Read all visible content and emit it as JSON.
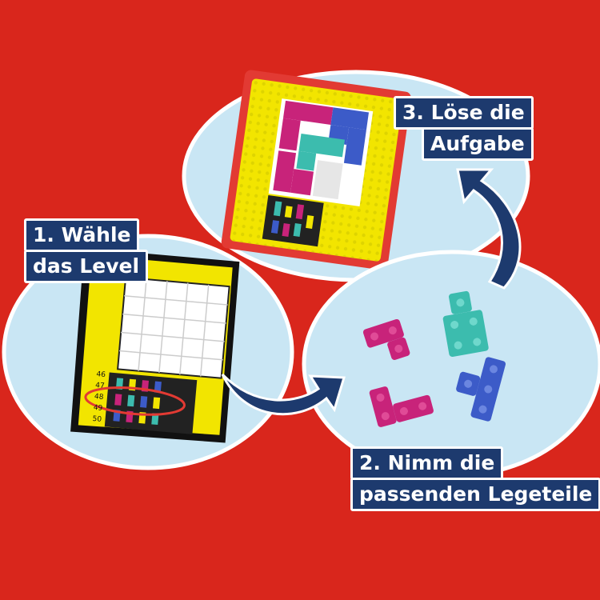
{
  "colors": {
    "background": "#d9261c",
    "bubble": "#c9e6f4",
    "bubble_border": "#ffffff",
    "arrow": "#1d3a6e",
    "label_bg": "#1d3a6e",
    "label_text": "#ffffff",
    "card": "#f2e500",
    "piece_magenta": "#c8237a",
    "piece_teal": "#3cbcae",
    "piece_blue": "#3c5bc8"
  },
  "steps": [
    {
      "line1": "1. Wähle",
      "line2": "das Level"
    },
    {
      "line1": "2. Nimm die",
      "line2": "passenden Legeteile"
    },
    {
      "line1": "3. Löse die",
      "line2": "Aufgabe"
    }
  ],
  "card": {
    "level_numbers": [
      "46",
      "47",
      "48",
      "49",
      "50"
    ]
  },
  "icons": [
    "curved-arrow-right-icon",
    "curved-arrow-up-icon"
  ]
}
